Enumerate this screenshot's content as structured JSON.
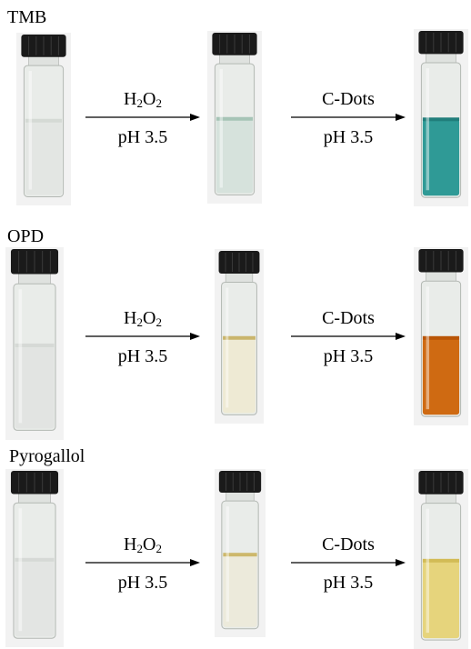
{
  "colors": {
    "background": "#ffffff",
    "cap": "#1a1a1a",
    "glass": "#e9ece9",
    "photo_bg": "#f2f2f2"
  },
  "arrows": {
    "first_reagent_main": "H",
    "first_reagent_sub1": "2",
    "first_reagent_mid": "O",
    "first_reagent_sub2": "2",
    "second_reagent": "C-Dots",
    "condition": "pH 3.5"
  },
  "rows": [
    {
      "label": "TMB",
      "vials": [
        {
          "liquid": "#e3e6e3",
          "meniscus": "#d5dad5"
        },
        {
          "liquid": "#d6e2dc",
          "meniscus": "#a6c4b6"
        },
        {
          "liquid": "#2f9a96",
          "meniscus": "#217e7b"
        }
      ]
    },
    {
      "label": "OPD",
      "vials": [
        {
          "liquid": "#e2e4e2",
          "meniscus": "#d6d9d6"
        },
        {
          "liquid": "#eeead4",
          "meniscus": "#c9b56c"
        },
        {
          "liquid": "#cf6a12",
          "meniscus": "#b95506"
        }
      ]
    },
    {
      "label": "Pyrogallol",
      "vials": [
        {
          "liquid": "#e3e5e3",
          "meniscus": "#d6d9d6"
        },
        {
          "liquid": "#eceadb",
          "meniscus": "#cdb86b"
        },
        {
          "liquid": "#e6d47c",
          "meniscus": "#d2bb55"
        }
      ]
    }
  ]
}
